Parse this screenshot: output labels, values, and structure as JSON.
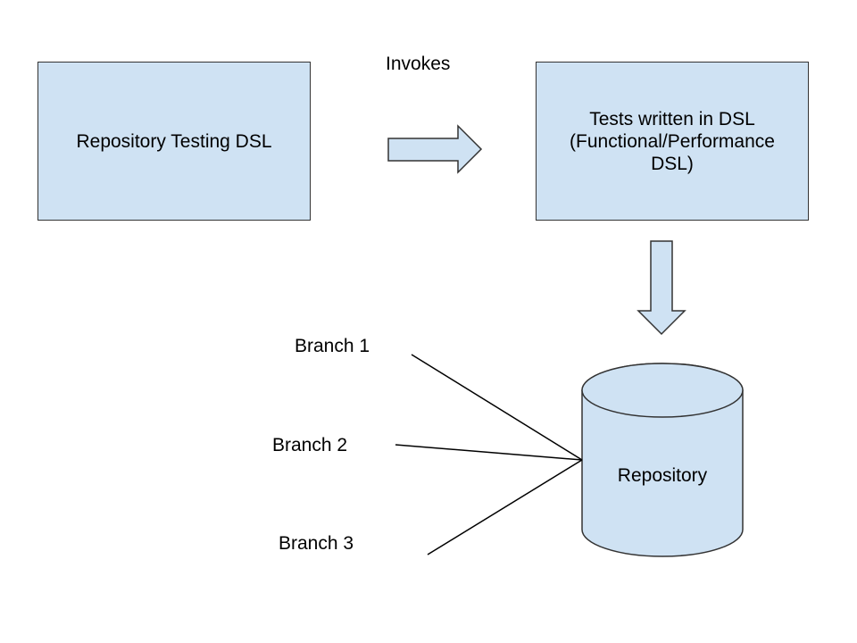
{
  "source_box": {
    "label": "Repository Testing DSL"
  },
  "relation": {
    "label": "Invokes"
  },
  "target_box": {
    "lines": [
      "Tests written in DSL",
      "(Functional/Performance",
      "DSL)"
    ]
  },
  "repository": {
    "label": "Repository"
  },
  "branches": [
    {
      "label": "Branch 1"
    },
    {
      "label": "Branch 2"
    },
    {
      "label": "Branch 3"
    }
  ],
  "colors": {
    "fill": "#cfe2f3",
    "stroke": "#333333",
    "line": "#000000",
    "text": "#000000"
  }
}
